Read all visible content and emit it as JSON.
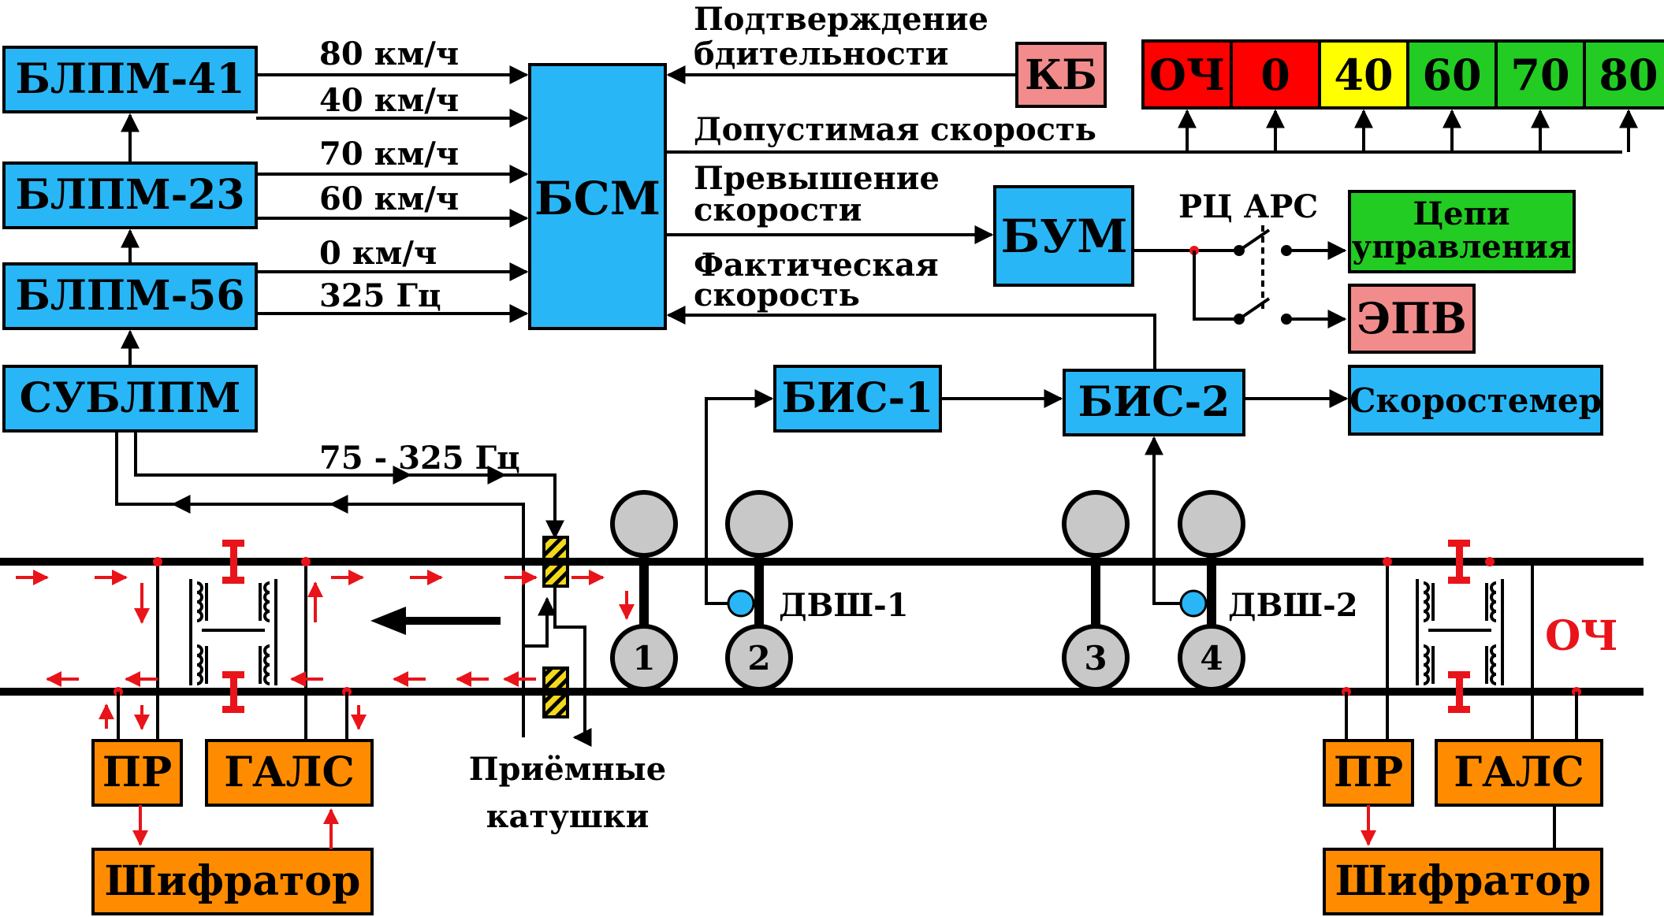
{
  "blocks": {
    "blpm41": "БЛПМ-41",
    "blpm23": "БЛПМ-23",
    "blpm56": "БЛПМ-56",
    "sublpm": "СУБЛПМ",
    "bsm": "БСМ",
    "kb": "КБ",
    "bum": "БУМ",
    "bis1": "БИС-1",
    "bis2": "БИС-2",
    "tsepi_line1": "Цепи",
    "tsepi_line2": "управления",
    "epv": "ЭПВ",
    "speedometer": "Скоростемер",
    "pr_left": "ПР",
    "gals_left": "ГАЛС",
    "shifrator_left": "Шифратор",
    "pr_right": "ПР",
    "gals_right": "ГАЛС",
    "shifrator_right": "Шифратор"
  },
  "signals": {
    "s80": "80 км/ч",
    "s40": "40 км/ч",
    "s70": "70 км/ч",
    "s60": "60 км/ч",
    "s0": "0 км/ч",
    "s325": "325 Гц",
    "freq_range": "75 - 325 Гц",
    "confirm_line1": "Подтверждение",
    "confirm_line2": "бдительности",
    "allowed_speed": "Допустимая скорость",
    "overspeed_line1": "Превышение",
    "overspeed_line2": "скорости",
    "actual_line1": "Фактическая",
    "actual_line2": "скорость",
    "rc_ars": "РЦ АРС"
  },
  "indicator": {
    "cells": [
      {
        "label": "ОЧ",
        "color": "#ff0000"
      },
      {
        "label": "0",
        "color": "#ff0000"
      },
      {
        "label": "40",
        "color": "#ffff00"
      },
      {
        "label": "60",
        "color": "#22cc22"
      },
      {
        "label": "70",
        "color": "#22cc22"
      },
      {
        "label": "80",
        "color": "#22cc22"
      }
    ]
  },
  "track": {
    "coils_line1": "Приёмные",
    "coils_line2": "катушки",
    "dvsh1": "ДВШ-1",
    "dvsh2": "ДВШ-2",
    "och_label": "ОЧ",
    "wheels": [
      "1",
      "2",
      "3",
      "4"
    ]
  },
  "colors": {
    "blue": "#29b6f6",
    "green": "#22cc22",
    "pink": "#f28c8c",
    "orange": "#ff8c00",
    "red": "#e8141a",
    "coil_yellow": "#f2d91a",
    "wheel_grey": "#c8c8c8"
  }
}
